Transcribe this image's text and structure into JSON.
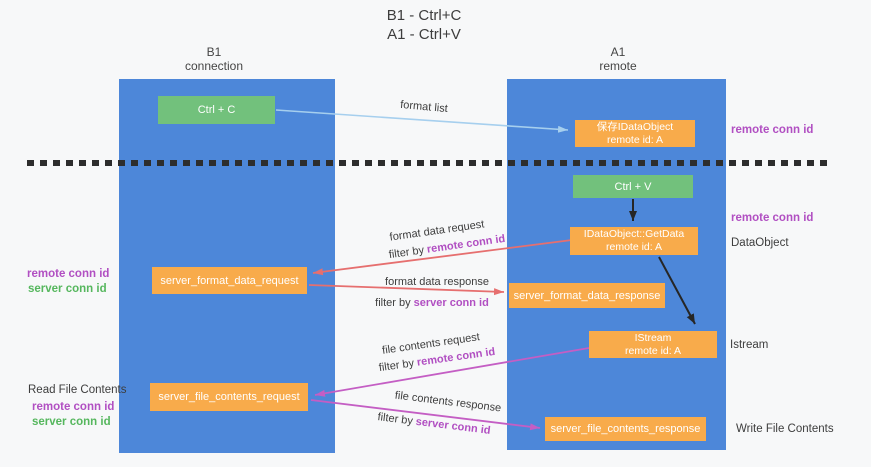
{
  "title": {
    "line1": "B1 - Ctrl+C",
    "line2": "A1 - Ctrl+V"
  },
  "lifelines": {
    "left": {
      "name": "B1",
      "role": "connection"
    },
    "right": {
      "name": "A1",
      "role": "remote"
    }
  },
  "nodes": {
    "ctrl_c": "Ctrl + C",
    "ctrl_v": "Ctrl + V",
    "save_dataobject": {
      "line1": "保存IDataObject",
      "line2": "remote id: A"
    },
    "getdata": {
      "line1": "IDataObject::GetData",
      "line2": "remote id: A"
    },
    "istream": {
      "line1": "IStream",
      "line2": "remote id: A"
    },
    "server_format_data_request": "server_format_data_request",
    "server_format_data_response": "server_format_data_response",
    "server_file_contents_request": "server_file_contents_request",
    "server_file_contents_response": "server_file_contents_response"
  },
  "edge_labels": {
    "format_list": "format list",
    "format_data_request": "format data request",
    "format_data_response": "format data response",
    "file_contents_request": "file contents request",
    "file_contents_response": "file contents response",
    "filter_by": "filter by",
    "remote_conn_id": "remote conn id",
    "server_conn_id": "server conn id"
  },
  "side_labels": {
    "right_remote_conn_id_top": "remote conn id",
    "right_remote_conn_id_mid": "remote conn id",
    "dataobject": "DataObject",
    "istream": "Istream",
    "write_file_contents": "Write File Contents",
    "left_remote_conn_id_mid": "remote conn id",
    "left_server_conn_id_mid": "server conn id",
    "read_file_contents": "Read File Contents",
    "left_remote_conn_id_low": "remote conn id",
    "left_server_conn_id_low": "server conn id"
  },
  "colors": {
    "lifeline_blue": "#4d87d9",
    "node_green": "#72c17c",
    "node_orange": "#f8ab4b",
    "label_purple": "#b14fc2",
    "label_green": "#56b75e",
    "arrow_salmon": "#e66f6f",
    "arrow_magenta": "#c45ec4",
    "arrow_lightblue": "#a6cfee",
    "arrow_black": "#262626",
    "text_dark": "#3d3d3d",
    "background": "#f7f8f9"
  }
}
